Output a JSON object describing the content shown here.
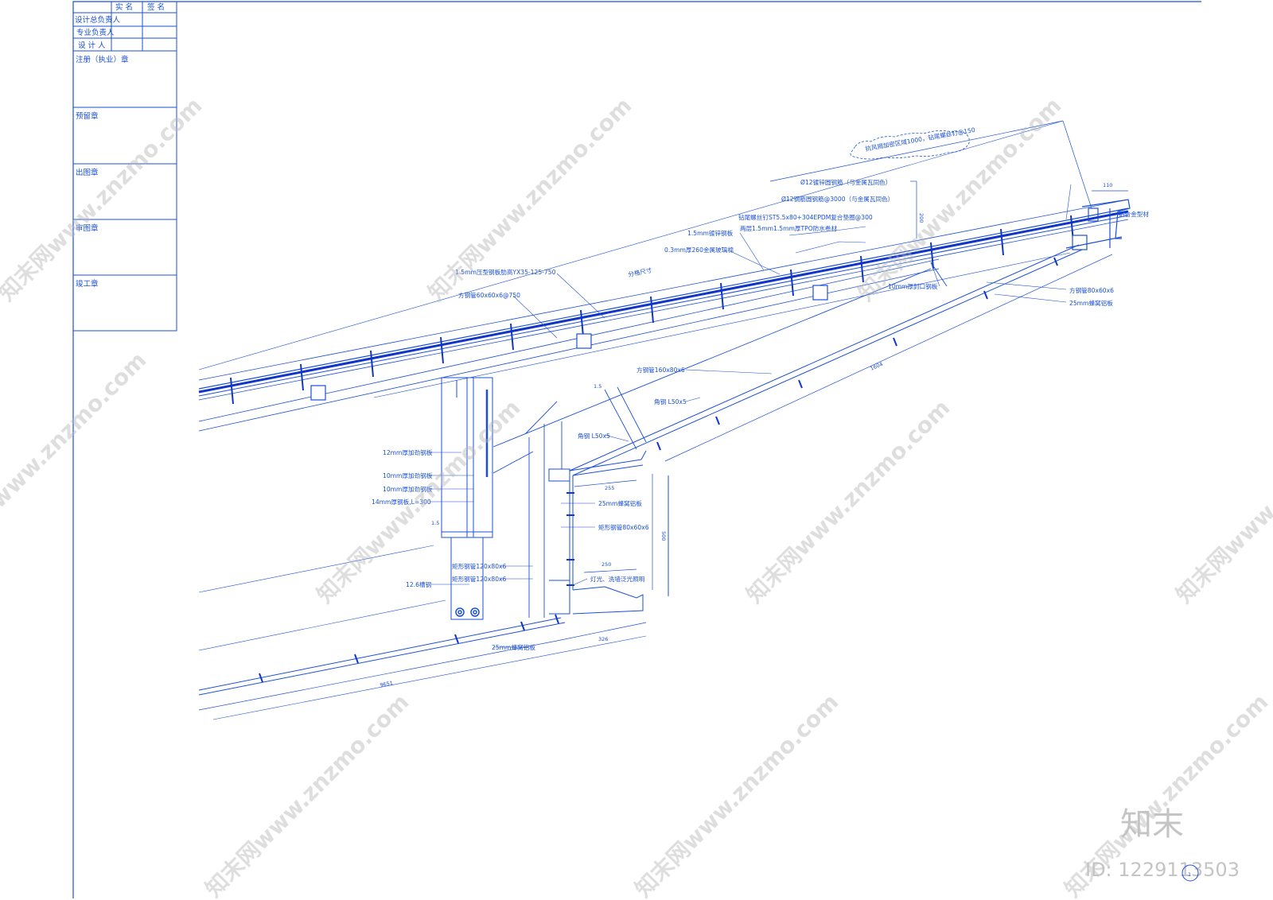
{
  "title_block": {
    "header": [
      "实 名",
      "签 名"
    ],
    "rows": [
      "设计总负责人",
      "专业负责人",
      "设 计 人"
    ],
    "sections": [
      "注册（执业）章",
      "预留章",
      "出图章",
      "审图章",
      "竣工章"
    ]
  },
  "labels": {
    "tpo": "两层1.5mm1.5mm厚TPO防水卷材",
    "screw": "钻尾螺丝钉ST5.5x80+304EPDM复合垫圈@300",
    "steel_plate": "1.5mm镀锌钢板",
    "insul": "0.3mm厚260金属玻璃棉",
    "deck": "1.5mm压型钢板肋高YX35-125-750",
    "tube_a": "方钢管60x60x6@750",
    "bar12": "Ø12镀锌圆钢筋（与金属瓦同色）",
    "bar12b": "Ø12钢筋圆钢筋@3000（与金属瓦同色）",
    "cloud": "抗风揭加密区域1000，钻尾螺丝钉@150",
    "alum": "铝合金型材",
    "plate10": "10mm厚封口钢板",
    "tube_b": "方钢管80x60x6",
    "honey_a": "25mm蜂窝铝板",
    "tube_c": "方钢管160x80x6",
    "angle_a": "角钢 L50x5",
    "angle_b": "角钢 L50x5",
    "p12": "12mm厚加劲钢板",
    "p10a": "10mm厚加劲钢板",
    "p10b": "10mm厚加劲钢板",
    "p14": "14mm厚钢板,L=300",
    "honey_b": "25mm蜂窝铝板",
    "tube_d": "矩形钢管80x60x6",
    "tube_e": "矩形钢管120x80x6",
    "tube_f": "矩形钢管120x80x6",
    "light": "灯光、洗墙泛光照明",
    "beam": "12.6槽钢",
    "honey_c": "25mm蜂窝铝板",
    "divider": "分格尺寸"
  },
  "dims": {
    "d110": "110",
    "d200": "200",
    "d1604": "1604",
    "d255": "255",
    "d500": "500",
    "d250": "250",
    "d326": "326",
    "d_low": "9651"
  },
  "slopes": {
    "s1": "1.5",
    "s2": "1.5"
  },
  "watermark": {
    "text": "知末网www.znzmo.com"
  },
  "brand": {
    "name": "知末",
    "id": "ID: 1229113503"
  },
  "sheet_marker": "1",
  "colors": {
    "line": "#1a4fd6",
    "heavy": "#1036c8",
    "watermark": "#b8b8b8"
  }
}
